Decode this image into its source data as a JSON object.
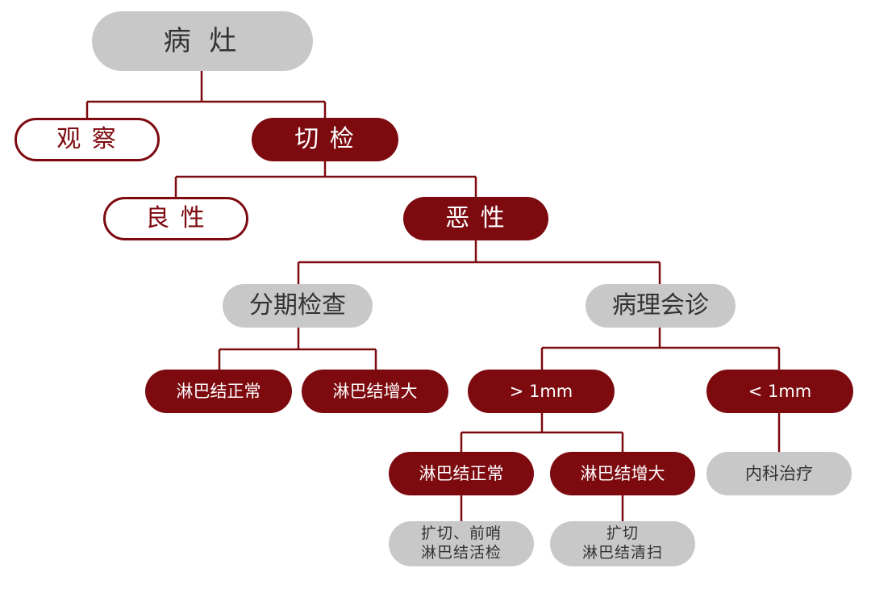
{
  "colors": {
    "accent": "#7d0a0f",
    "gray_fill": "#c8c8c8",
    "gray_text": "#333333",
    "white": "#ffffff"
  },
  "nodes": {
    "lesion": "病 灶",
    "observe": "观 察",
    "excision_biopsy": "切 检",
    "benign": "良 性",
    "malignant": "恶 性",
    "staging": "分期检查",
    "pathology_consult": "病理会诊",
    "lymph_normal_a": "淋巴结正常",
    "lymph_enlarged_a": "淋巴结增大",
    "gt_1mm": "> 1mm",
    "lt_1mm": "< 1mm",
    "lymph_normal_b": "淋巴结正常",
    "lymph_enlarged_b": "淋巴结增大",
    "medical_treatment": "内科治疗",
    "wide_excision_line1": "扩切、前哨",
    "wide_excision_line2": "淋巴结活检",
    "excision_dissection_line1": "扩切",
    "excision_dissection_line2": "淋巴结清扫"
  }
}
